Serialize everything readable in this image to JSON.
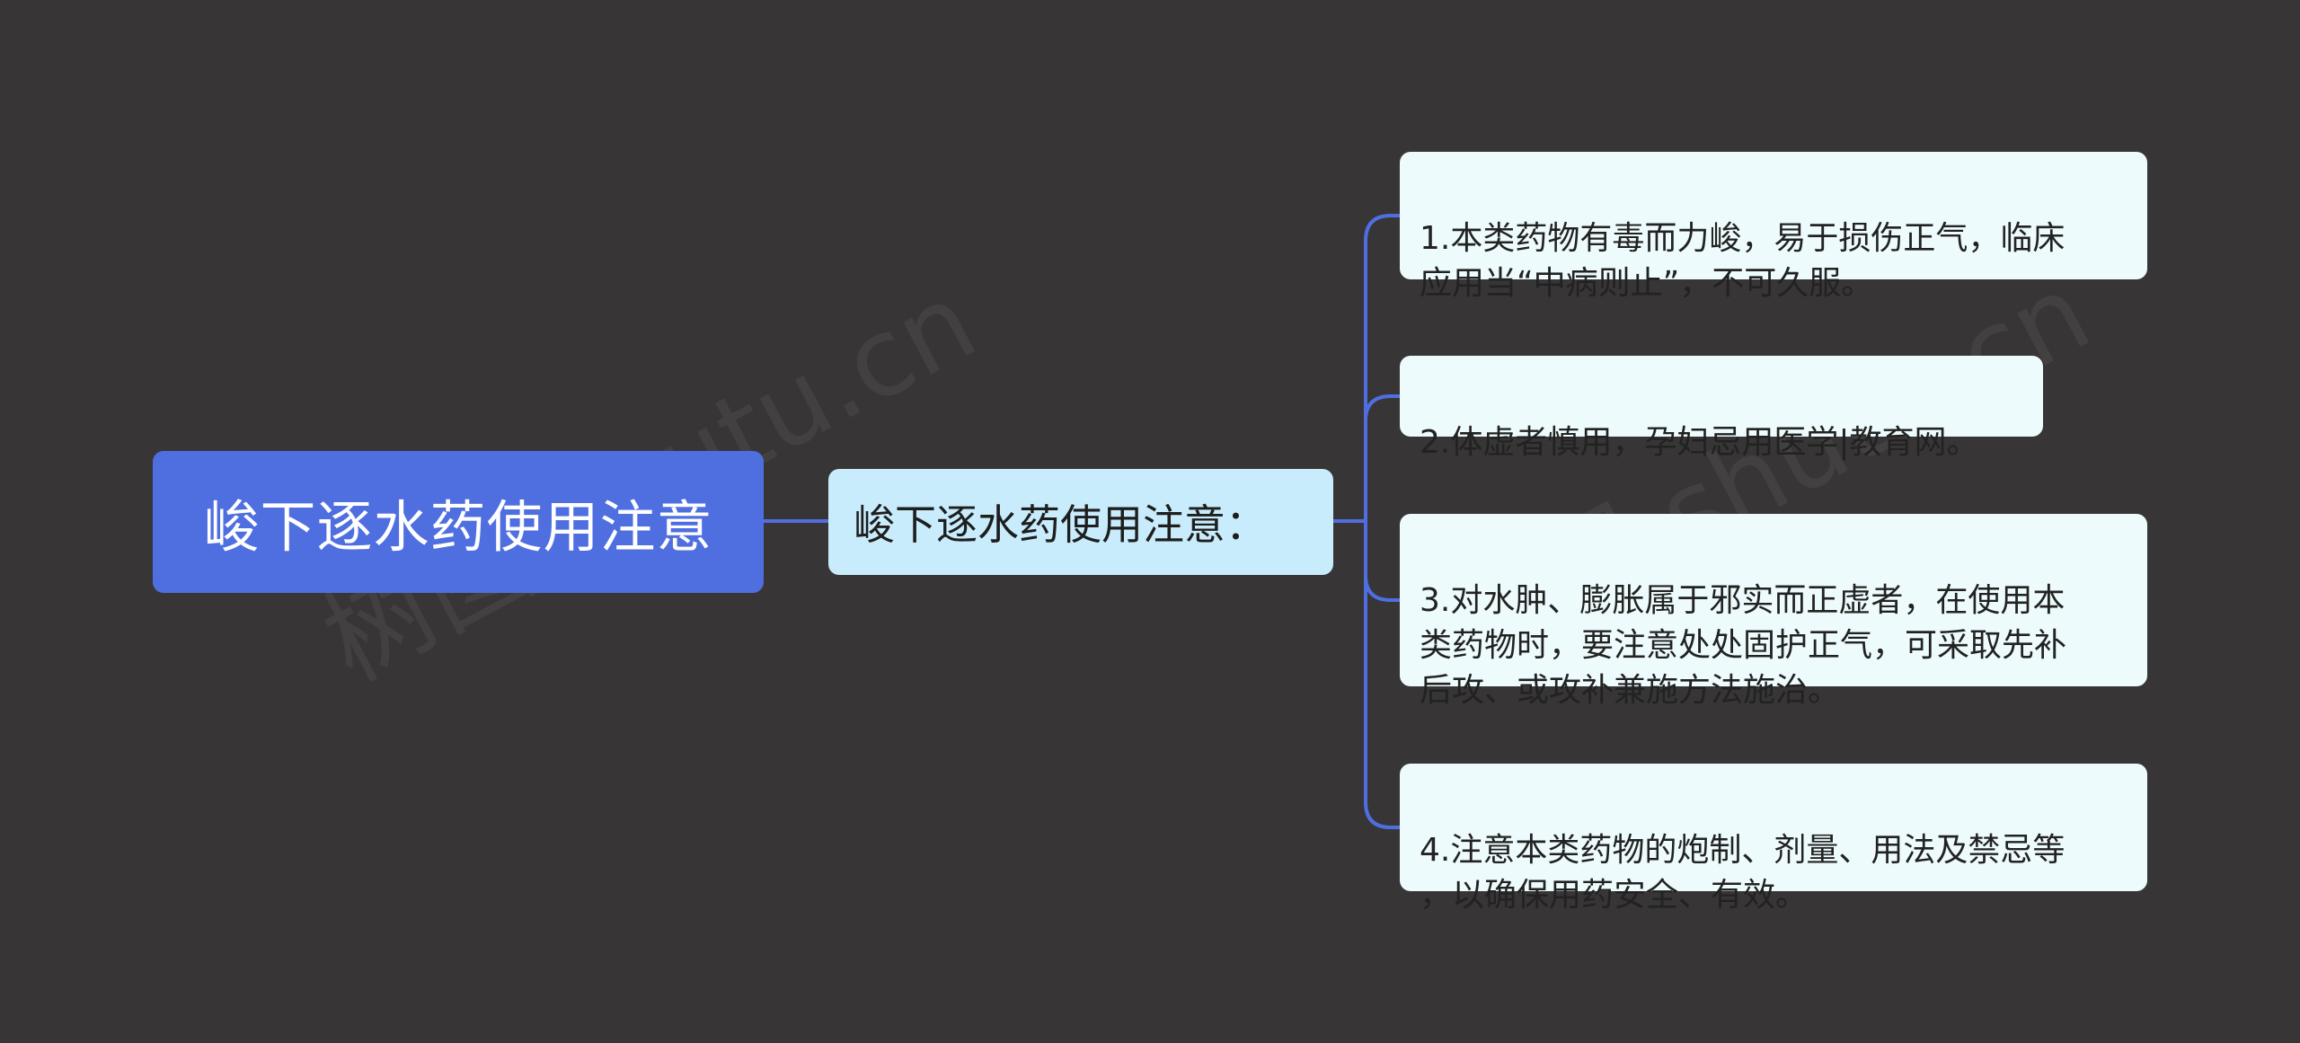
{
  "mindmap": {
    "root": {
      "label": "峻下逐水药使用注意"
    },
    "branch": {
      "label": "峻下逐水药使用注意："
    },
    "leaves": [
      {
        "text": "1.本类药物有毒而力峻，易于损伤正气，临床\n应用当“中病则止”，不可久服。"
      },
      {
        "text": "2.体虚者慎用，孕妇忌用医学|教育网。"
      },
      {
        "text": "3.对水肿、膨胀属于邪实而正虚者，在使用本\n类药物时，要注意处处固护正气，可采取先补\n后攻、或攻补兼施方法施治。"
      },
      {
        "text": "4.注意本类药物的炮制、剂量、用法及禁忌等\n，以确保用药安全、有效。"
      }
    ]
  },
  "colors": {
    "background": "#373536",
    "root_fill": "#4f6fe1",
    "branch_fill": "#c8ecfb",
    "leaf_fill": "#eefbfc",
    "connector": "#4f6fe1"
  }
}
